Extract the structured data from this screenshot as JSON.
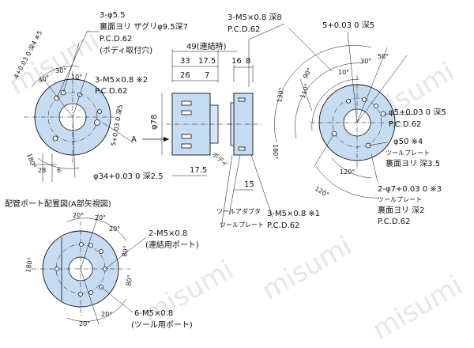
{
  "watermark": "misumi",
  "left_view": {
    "hole_spec_1": "3-φ5.5",
    "hole_spec_2": "裏面ヨリ ザグリφ9.5深7",
    "hole_spec_3": "P.C.D.62",
    "hole_spec_4": "(ボディ取付穴)",
    "pin_spec": "4+0.03 0 深4 ※5",
    "tap_spec": "3-M5×0.8 ※2",
    "tap_pcd": "P.C.D.62",
    "right_pin": "5+0.03 0 深5",
    "angle_40": "40°",
    "angle_30": "30°",
    "angle_10": "10°",
    "angle_180": "180°",
    "dim_28": "28",
    "dim_6": "6",
    "bore": "φ34+0.03 0 深2.5"
  },
  "side_view": {
    "dim_49": "49(連結時)",
    "dim_33": "33",
    "dim_17_5_top": "17.5",
    "dim_26": "26",
    "dim_7": "7",
    "dim_78": "φ78",
    "arrow_a": "A",
    "body_label": "ボディ",
    "dim_17_5_bottom": "17.5"
  },
  "adapter_view": {
    "top_spec_1": "3-M5×0.8 深8",
    "top_spec_2": "P.C.D.62",
    "dim_16": "16",
    "dim_8": "8",
    "dim_15": "15",
    "adapter_label": "ツールアダプタ",
    "plate_label": "ツールプレート",
    "bottom_spec_1": "3-M5×0.8 ※1",
    "bottom_spec_2": "P.C.D.62"
  },
  "right_view": {
    "angle_5_top": "5+0.03 0 深5",
    "angle_30": "30°",
    "angle_50": "50°",
    "angle_130": "130°",
    "angle_90": "90°",
    "angle_10": "10°",
    "angle_110": "110°",
    "angle_180": "180°",
    "pin_spec": "φ5+0.03 0 深5",
    "pin_pcd": "P.C.D.62",
    "bore_spec_1": "φ50 ※4",
    "bore_spec_2": "ツールプレート",
    "bore_spec_3": "裏面ヨリ 深3.5",
    "angle_120_inner": "120°",
    "angle_120_outer": "120°",
    "pin2_spec_1": "2-φ7+0.03 0 ※3",
    "pin2_spec_2": "ツールプレート",
    "pin2_spec_3": "裏面ヨリ 深2",
    "pin2_spec_4": "P.C.D.62"
  },
  "port_view": {
    "title": "配管ポート配置図(A部矢視図)",
    "angle_20_a": "20°",
    "angle_20_b": "20°",
    "angle_20_c": "20°",
    "angle_180": "180°",
    "angle_80_a": "80°",
    "angle_80_b": "80°",
    "angle_20_d": "20°",
    "angle_20_e": "20°",
    "port_spec_1": "2-M5×0.8",
    "port_spec_2": "(連結用ポート)",
    "port_spec_3": "6-M5×0.8",
    "port_spec_4": "(ツール用ポート)"
  }
}
